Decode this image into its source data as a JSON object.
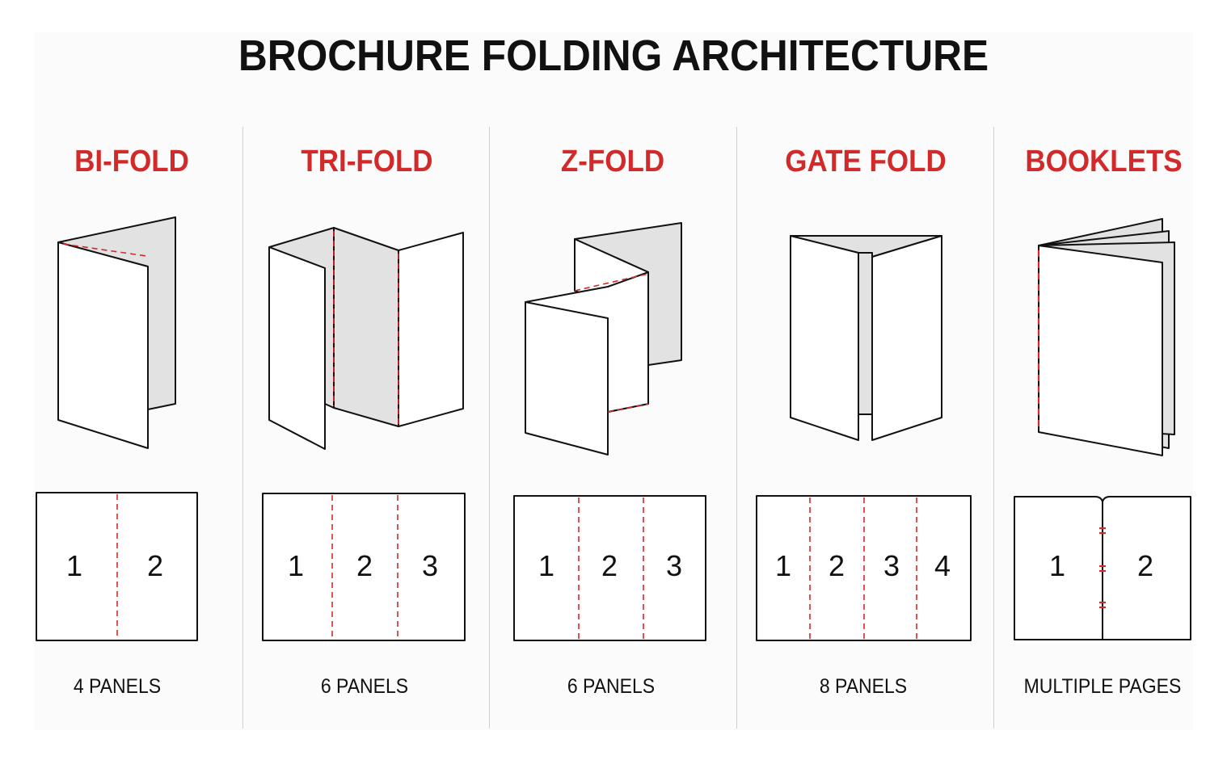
{
  "title": "BROCHURE FOLDING ARCHITECTURE",
  "colors": {
    "accent": "#d22a2a",
    "fold_shade": "#e2e2e2",
    "line": "#111111",
    "divider": "#cfcfcf"
  },
  "columns": [
    {
      "name": "BI-FOLD",
      "panel_numbers": [
        "1",
        "2"
      ],
      "count_label": "4 PANELS"
    },
    {
      "name": "TRI-FOLD",
      "panel_numbers": [
        "1",
        "2",
        "3"
      ],
      "count_label": "6 PANELS"
    },
    {
      "name": "Z-FOLD",
      "panel_numbers": [
        "1",
        "2",
        "3"
      ],
      "count_label": "6 PANELS"
    },
    {
      "name": "GATE FOLD",
      "panel_numbers": [
        "1",
        "2",
        "3",
        "4"
      ],
      "count_label": "8 PANELS"
    },
    {
      "name": "BOOKLETS",
      "panel_numbers": [
        "1",
        "2"
      ],
      "count_label": "MULTIPLE PAGES"
    }
  ]
}
